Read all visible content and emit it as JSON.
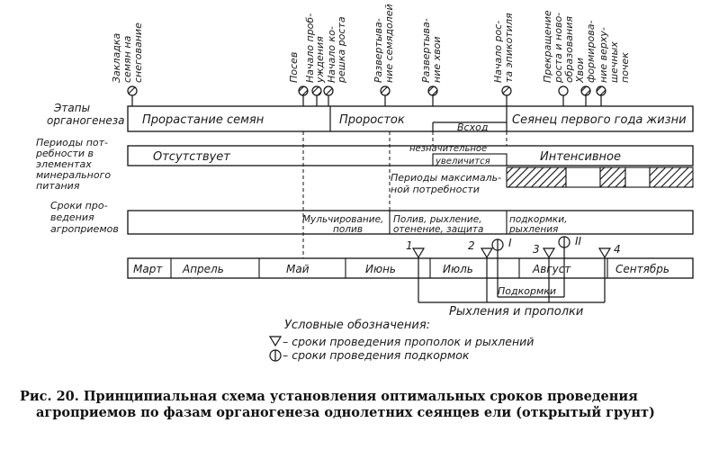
{
  "diagram": {
    "row_labels": {
      "stages": [
        "Этапы",
        "органогенеза"
      ],
      "needs": [
        "Периоды пот-",
        "ребности в",
        "элементах",
        "минерального",
        "питания"
      ],
      "terms": [
        "Сроки про-",
        "ведения",
        "агроприемов"
      ]
    },
    "events": [
      [
        "Закладка",
        "семян на",
        "снегование"
      ],
      [
        "Посев"
      ],
      [
        "Начало проб-",
        "уждения"
      ],
      [
        "Начало ко-",
        "решка роста"
      ],
      [
        "Развертыва-",
        "ние семядолей"
      ],
      [
        "Развертыва-",
        "ние хвои"
      ],
      [
        "Начало рос-",
        "та эпикотиля"
      ],
      [
        "Прекращение",
        "роста и ново-",
        "образования"
      ],
      [
        "Хвои",
        "формирова-"
      ],
      [
        "ние верху-",
        "шечных",
        "почек"
      ]
    ],
    "stage_bar": {
      "seed_germination": "Прорастание семян",
      "seedling": "Проросток",
      "shoots": "Всход",
      "first_year": "Сеянец первого года жизни"
    },
    "needs_bar": {
      "absent": "Отсутствует",
      "insignificant": "незначительное",
      "increasing": "увеличится",
      "intensive": "Интенсивное",
      "max_periods": [
        "Периоды максималь-",
        "ной потребности"
      ]
    },
    "terms_bar": {
      "mulching": [
        "Мульчирование,",
        "полив"
      ],
      "watering": [
        "Полив, рыхление,",
        "отенение, защита"
      ],
      "feeding": [
        "подкормки,",
        "рыхления"
      ]
    },
    "months": [
      "Март",
      "Апрель",
      "Май",
      "Июнь",
      "Июль",
      "Август",
      "Сентябрь"
    ],
    "weed_markers": [
      "1",
      "2",
      "3",
      "4"
    ],
    "feed_markers": [
      "I",
      "II"
    ],
    "brackets": {
      "feedings": "Подкормки",
      "loosening": "Рыхления и прополки"
    },
    "legend": {
      "title": "Условные обозначения:",
      "weeding": "– сроки проведения прополок и рыхлений",
      "feeding": "– сроки проведения подкормок"
    }
  },
  "caption": {
    "line1": "Рис. 20. Принципиальная схема установления оптимальных сроков проведения",
    "line2": "агроприемов по фазам органогенеза однолетних сеянцев ели (открытый грунт)"
  }
}
